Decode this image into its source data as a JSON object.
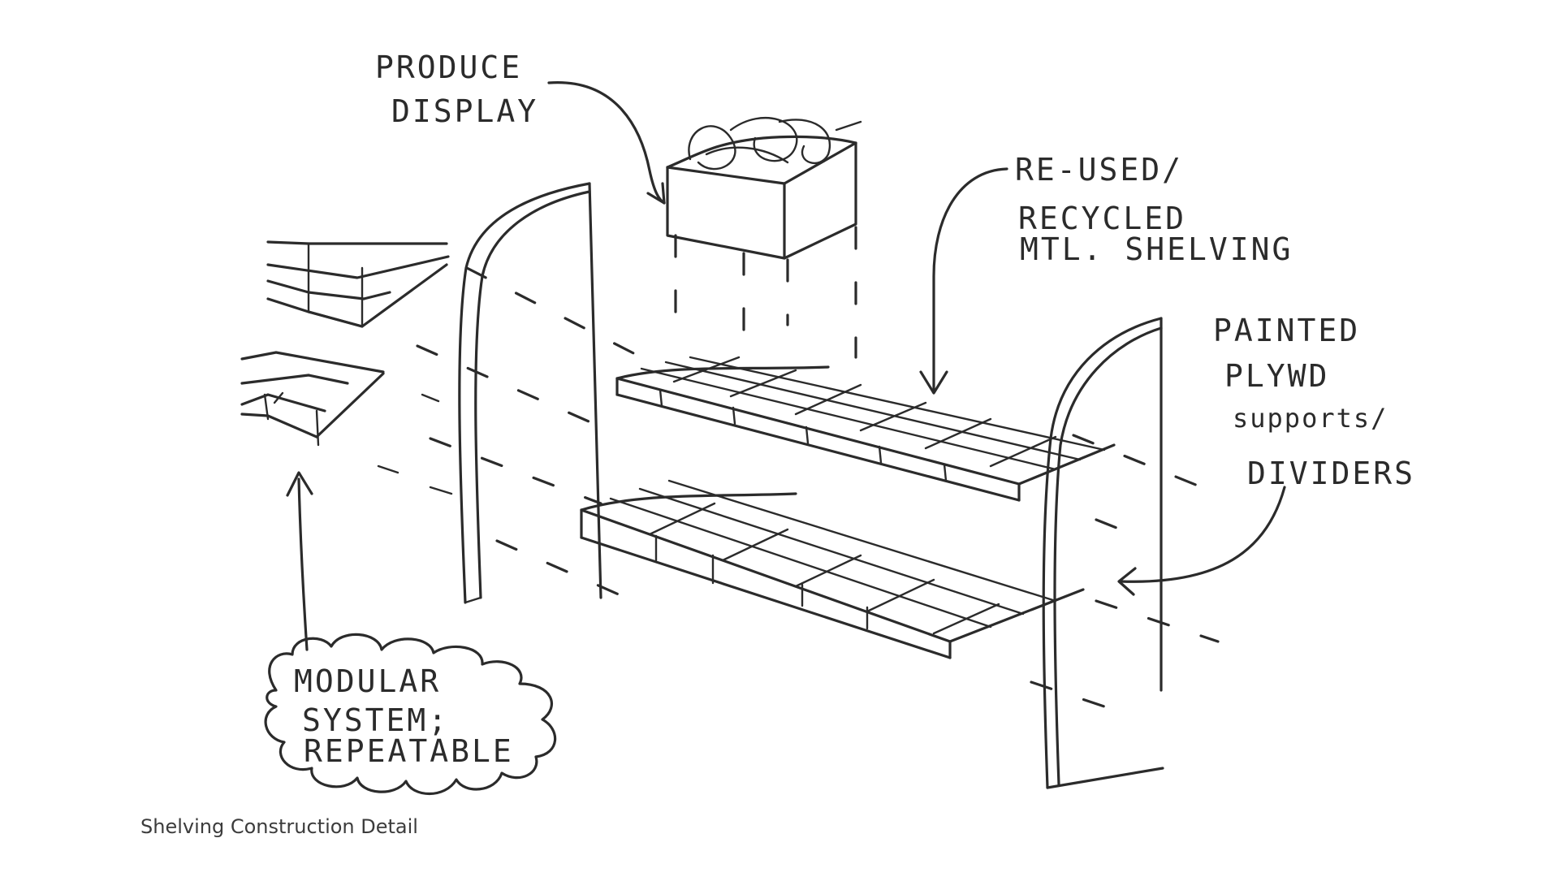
{
  "caption": "Shelving Construction Detail",
  "labels": {
    "produce_display": [
      "PRODUCE",
      "DISPLAY"
    ],
    "reused_shelving": [
      "RE-USED/",
      "RECYCLED",
      "MTL. SHELVING"
    ],
    "painted_supports": [
      "PAINTED",
      "PLYWD",
      "supports/",
      "DIVIDERS"
    ],
    "modular_system": [
      "MODULAR",
      "SYSTEM;",
      "REPEATABLE"
    ]
  },
  "colors": {
    "ink": "#2b2b2b",
    "background": "#ffffff",
    "caption": "#3c3c3c"
  }
}
